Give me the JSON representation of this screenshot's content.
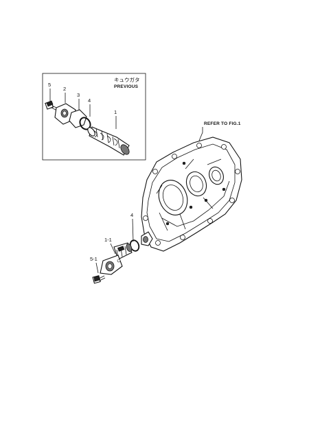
{
  "inset": {
    "header_jp": "キュウガタ",
    "header_en": "PREVIOUS"
  },
  "refer_label": "REFER TO FIG.1",
  "callouts": {
    "c1": "1",
    "c2": "2",
    "c3": "3",
    "c4": "4",
    "c5": "5",
    "c4b": "4",
    "c1_1": "1-1",
    "c5_1": "5-1"
  }
}
